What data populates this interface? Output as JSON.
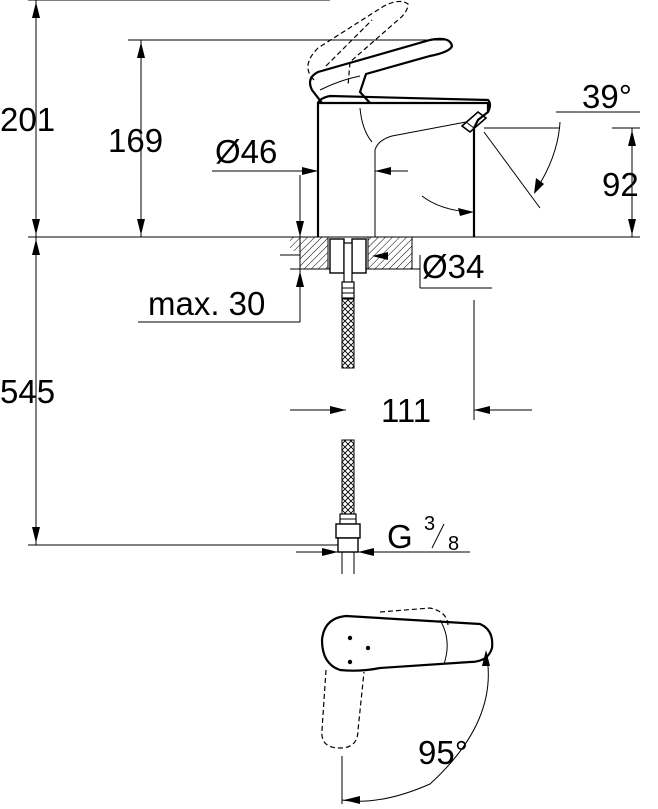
{
  "dimensions": {
    "total_height": "201",
    "spout_height": "169",
    "base_diameter": "Ø46",
    "lever_angle": "39°",
    "spout_outlet_height": "92",
    "hole_diameter": "Ø34",
    "max_deck_thickness": "max. 30",
    "hose_length": "545",
    "spout_reach": "111",
    "connection_thread": "G",
    "connection_numerator": "3",
    "connection_denominator": "8",
    "rotation_angle": "95°"
  },
  "colors": {
    "line": "#000000",
    "background": "#ffffff"
  }
}
